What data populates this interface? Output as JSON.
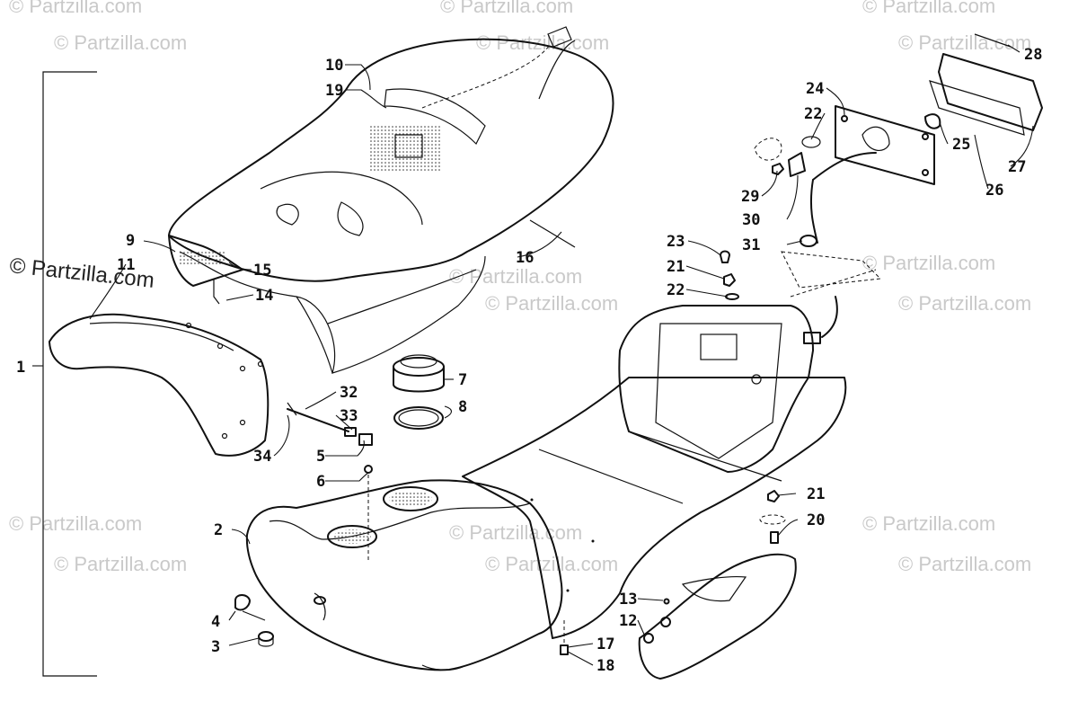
{
  "watermarks": {
    "text": "© Partzilla.com",
    "prominent": "© Partzilla.com"
  },
  "callouts": [
    {
      "id": "c1",
      "label": "1"
    },
    {
      "id": "c2",
      "label": "2"
    },
    {
      "id": "c3",
      "label": "3"
    },
    {
      "id": "c4",
      "label": "4"
    },
    {
      "id": "c5",
      "label": "5"
    },
    {
      "id": "c6",
      "label": "6"
    },
    {
      "id": "c7",
      "label": "7"
    },
    {
      "id": "c8",
      "label": "8"
    },
    {
      "id": "c9",
      "label": "9"
    },
    {
      "id": "c10",
      "label": "10"
    },
    {
      "id": "c11",
      "label": "11"
    },
    {
      "id": "c12",
      "label": "12"
    },
    {
      "id": "c13",
      "label": "13"
    },
    {
      "id": "c14",
      "label": "14"
    },
    {
      "id": "c15",
      "label": "15"
    },
    {
      "id": "c16",
      "label": "16"
    },
    {
      "id": "c17",
      "label": "17"
    },
    {
      "id": "c18",
      "label": "18"
    },
    {
      "id": "c19",
      "label": "19"
    },
    {
      "id": "c20",
      "label": "20"
    },
    {
      "id": "c21a",
      "label": "21"
    },
    {
      "id": "c21b",
      "label": "21"
    },
    {
      "id": "c22a",
      "label": "22"
    },
    {
      "id": "c22b",
      "label": "22"
    },
    {
      "id": "c23",
      "label": "23"
    },
    {
      "id": "c24",
      "label": "24"
    },
    {
      "id": "c25",
      "label": "25"
    },
    {
      "id": "c26",
      "label": "26"
    },
    {
      "id": "c27",
      "label": "27"
    },
    {
      "id": "c28",
      "label": "28"
    },
    {
      "id": "c29",
      "label": "29"
    },
    {
      "id": "c30",
      "label": "30"
    },
    {
      "id": "c31",
      "label": "31"
    },
    {
      "id": "c32",
      "label": "32"
    },
    {
      "id": "c33",
      "label": "33"
    },
    {
      "id": "c34",
      "label": "34"
    }
  ]
}
